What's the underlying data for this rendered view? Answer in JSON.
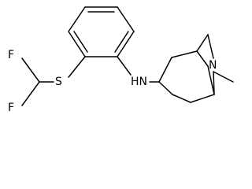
{
  "molecule": {
    "atoms": {
      "F_top": "F",
      "F_bottom": "F",
      "S": "S",
      "NH": "HN",
      "N_bridge": "N"
    }
  }
}
